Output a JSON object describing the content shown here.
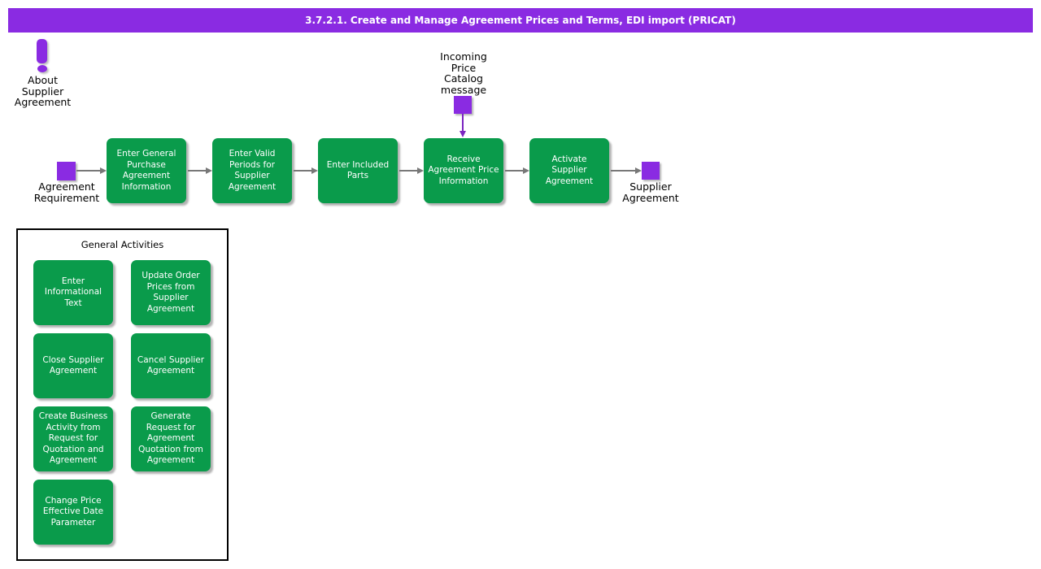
{
  "header": {
    "title": "3.7.2.1. Create and Manage Agreement Prices and Terms, EDI import (PRICAT)"
  },
  "colors": {
    "header_bg": "#8a2be2",
    "task_green": "#0a9b4b",
    "event_purple": "#8a2be2",
    "msg_arrow": "#7b24c0",
    "arrow": "#787878",
    "group_border": "#000000"
  },
  "icons": {
    "about": "exclamation-icon"
  },
  "about": {
    "label": "About\nSupplier\nAgreement"
  },
  "incoming_message": {
    "label": "Incoming\nPrice\nCatalog\nmessage"
  },
  "flow": {
    "start_label": "Agreement\nRequirement",
    "end_label": "Supplier\nAgreement",
    "tasks": [
      {
        "label": "Enter General\nPurchase\nAgreement\nInformation"
      },
      {
        "label": "Enter Valid\nPeriods for\nSupplier\nAgreement"
      },
      {
        "label": "Enter Included\nParts"
      },
      {
        "label": "Receive\nAgreement Price\nInformation"
      },
      {
        "label": "Activate\nSupplier\nAgreement"
      }
    ]
  },
  "general_activities": {
    "title": "General Activities",
    "items": [
      {
        "label": "Enter\nInformational\nText"
      },
      {
        "label": "Update Order\nPrices from\nSupplier\nAgreement"
      },
      {
        "label": "Close Supplier\nAgreement"
      },
      {
        "label": "Cancel Supplier\nAgreement"
      },
      {
        "label": "Create Business\nActivity from\nRequest for\nQuotation and\nAgreement"
      },
      {
        "label": "Generate\nRequest for\nAgreement\nQuotation from\nAgreement"
      },
      {
        "label": "Change Price\nEffective Date\nParameter"
      }
    ]
  }
}
